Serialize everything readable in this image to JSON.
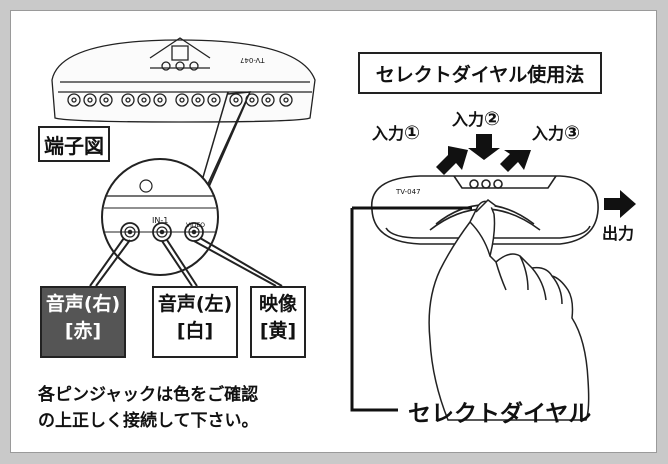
{
  "terminal_label": "端子図",
  "device_top": {
    "model": "TV-047",
    "port_group": "IN-1",
    "port_group_small": "VIDEO"
  },
  "jacks": [
    {
      "line1": "音声(右)",
      "line2": "[赤]",
      "bg": "#555555",
      "fg": "#ffffff"
    },
    {
      "line1": "音声(左)",
      "line2": "[白]",
      "bg": "#ffffff",
      "fg": "#111111"
    },
    {
      "line1": "映像",
      "line2": "[黄]",
      "bg": "#ffffff",
      "fg": "#111111"
    }
  ],
  "note_line1": "各ピンジャックは色をご確認",
  "note_line2": "の上正しく接続して下さい。",
  "dial_title": "セレクトダイヤル使用法",
  "inputs": [
    {
      "label": "入力",
      "num": "①"
    },
    {
      "label": "入力",
      "num": "②"
    },
    {
      "label": "入力",
      "num": "③"
    }
  ],
  "output_label": "出力",
  "device_right_model": "TV-047",
  "dial_caption": "セレクトダイヤル"
}
